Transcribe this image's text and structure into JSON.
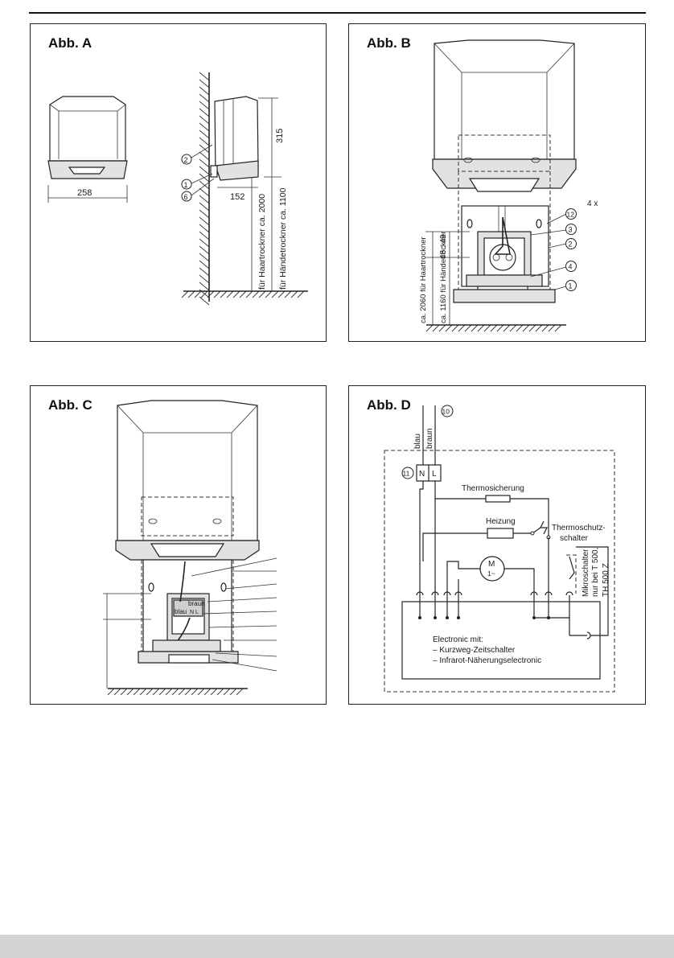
{
  "figures": {
    "a": {
      "title": "Abb. A",
      "dim_width": "258",
      "dim_depth": "152",
      "dim_height": "315",
      "note_hair": "für Haartrockner ca. 2000",
      "note_hand": "für Händetrockner ca. 1100",
      "callouts": [
        "2",
        "1",
        "6"
      ]
    },
    "b": {
      "title": "Abb. B",
      "count": "4 x",
      "dim_height": "48 : 49",
      "note_hair": "ca. 2060 für Haartrockner",
      "note_hand": "ca. 1160 für Händetrockner",
      "callouts": [
        "12",
        "3",
        "2",
        "4",
        "1"
      ]
    },
    "c": {
      "title": "Abb. C",
      "wire_brown": "braun",
      "wire_blue": "blau",
      "terminal_n": "N",
      "terminal_l": "L"
    },
    "d": {
      "title": "Abb. D",
      "wire_blue": "blau",
      "wire_brown": "braun",
      "callout_supply": "10",
      "callout_terminal": "11",
      "terminal_n": "N",
      "terminal_l": "L",
      "fuse": "Thermosicherung",
      "heater": "Heizung",
      "thermal_switch_1": "Thermoschutz-",
      "thermal_switch_2": "schalter",
      "motor_1": "M",
      "motor_2": "1~",
      "microswitch_1": "Mikroschalter",
      "microswitch_2": "nur bei T 500,",
      "microswitch_3": "TH 500 Z",
      "electronic_1": "Electronic mit:",
      "electronic_2": "–  Kurzweg-Zeitschalter",
      "electronic_3": "–  Infrarot-Näherungselectronic"
    }
  }
}
